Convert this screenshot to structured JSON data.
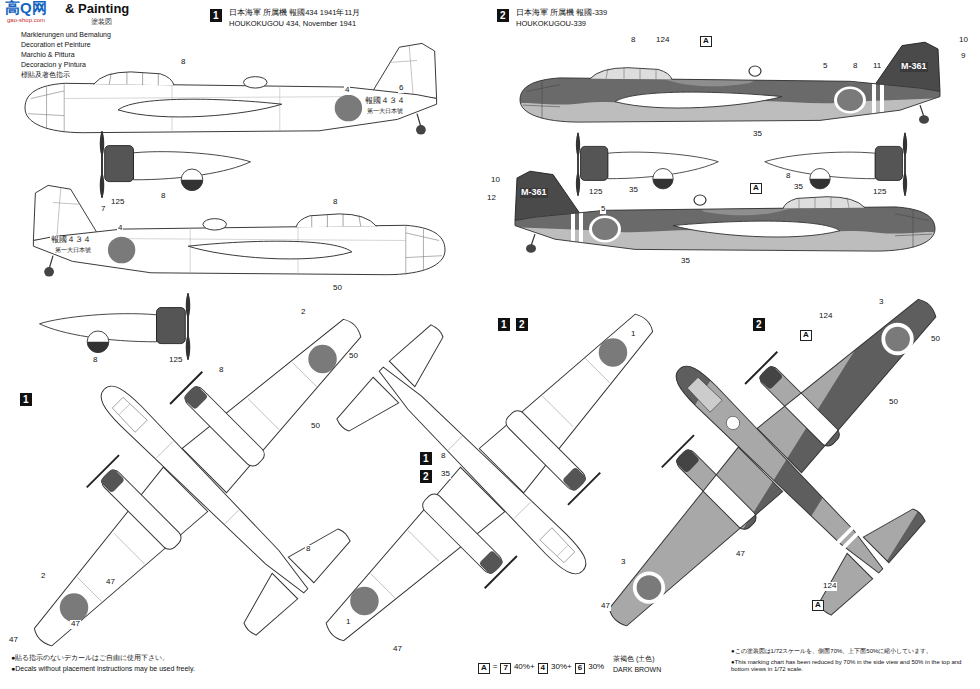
{
  "diagram": {
    "nodes": [
      {
        "text": [
          "1"
        ]
      },
      {
        "text": [
          "2"
        ]
      },
      {
        "text": [
          "A"
        ]
      },
      {
        "text": [
          "A"
        ]
      },
      {
        "text": [
          "1"
        ]
      },
      {
        "text": [
          "1"
        ]
      },
      {
        "text": [
          "2"
        ]
      },
      {
        "text": [
          "2"
        ]
      },
      {
        "text": [
          "A"
        ]
      },
      {
        "text": [
          "1"
        ]
      },
      {
        "text": [
          "2"
        ]
      },
      {
        "text": [
          "A"
        ]
      },
      {
        "text": [
          "A"
        ]
      },
      {
        "text": [
          "7"
        ]
      },
      {
        "text": [
          "4"
        ]
      },
      {
        "text": [
          "6"
        ]
      }
    ],
    "labels": [
      "高Q网",
      "gao-shop.com",
      "& Painting",
      "塗装図",
      "Markierungen und Bemalung",
      "Decoration et Peinture",
      "Marchio & Pittura",
      "Decoracion y Pintura",
      "標貼及著色指示",
      "日本海軍 所属機 報國434 1941年11月",
      "HOUKOKUGOU 434, November 1941",
      "日本海軍 所属機 報國-339",
      "HOUKOKUGOU-339",
      "8",
      "4",
      "6",
      "報國４３４",
      "第一大日本號",
      "8",
      "7",
      "4",
      "報國４３４",
      "第一大日本號",
      "125",
      "8",
      "8",
      "125",
      "8",
      "124",
      "5",
      "8",
      "11",
      "10",
      "9",
      "M-361",
      "35",
      "125",
      "35",
      "35",
      "125",
      "10",
      "12",
      "M-361",
      "5",
      "8",
      "35",
      "50",
      "2",
      "50",
      "8",
      "50",
      "47",
      "2",
      "47",
      "47",
      "8",
      "1",
      "1",
      "8",
      "35",
      "47",
      "124",
      "3",
      "50",
      "50",
      "47",
      "3",
      "47",
      "124",
      "●貼る指示のないデカールはご自由に使用下さい。",
      "●Decals without placement instructions may be used freely.",
      "=",
      "40%+",
      "30%+",
      "30%",
      "茶褐色 (土色)",
      "DARK BROWN",
      "●この塗装図は1/72スケールを、側面70%、上下面50%に縮小しています。",
      "●This marking chart has been reduced by 70% in the side view and 50% in the top and bottom views in 1/72 scale."
    ]
  }
}
